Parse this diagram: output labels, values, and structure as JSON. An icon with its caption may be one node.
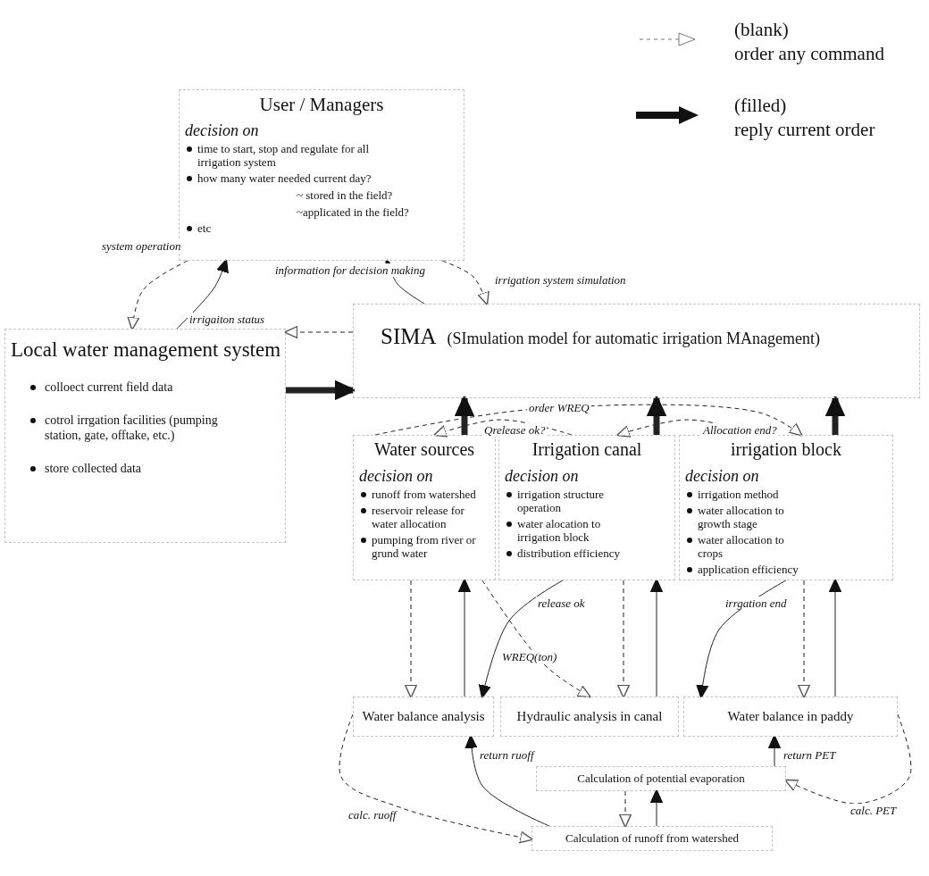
{
  "diagram": {
    "nodes": [
      {
        "text": [
          "User / Managers",
          "decision on",
          "time to start, stop and regulate for all irrigation system",
          "how many water needed current day?",
          "~ stored in the field?",
          "~applicated in the field?",
          "etc"
        ]
      },
      {
        "text": [
          "Local water management system",
          "colloect current field data",
          "cotrol irrgation facilities (pumping station, gate, offtake, etc.)",
          "store collected data"
        ]
      },
      {
        "text": [
          "SIMA",
          "(SImulation model for automatic irrigation MAnagement)"
        ]
      },
      {
        "text": [
          "Water sources",
          "decision on",
          "runoff from watershed",
          "reservoir release for water allocation",
          "pumping from river or grund water"
        ]
      },
      {
        "text": [
          "Irrigation canal",
          "decision on",
          "irrigation structure operation",
          "water alocation to irrigation block",
          "distribution efficiency"
        ]
      },
      {
        "text": [
          "irrigation block",
          "decision on",
          "irrigation method",
          "water allocation to growth stage",
          "water allocation to crops",
          "application efficiency"
        ]
      },
      {
        "text": [
          "Water balance analysis"
        ]
      },
      {
        "text": [
          "Hydraulic analysis in canal"
        ]
      },
      {
        "text": [
          "Water balance in paddy"
        ]
      },
      {
        "text": [
          "Calculation of potential evaporation"
        ]
      },
      {
        "text": [
          "Calculation of runoff from watershed"
        ]
      }
    ],
    "edges": [
      {
        "from": 0,
        "to": 1,
        "arrow": "to",
        "label": "system operation",
        "style": "dashed"
      },
      {
        "from": 1,
        "to": 0,
        "arrow": "to",
        "label": "irrigaiton status"
      },
      {
        "from": 2,
        "to": 0,
        "arrow": "to",
        "label": "information for decision making"
      },
      {
        "from": 0,
        "to": 2,
        "arrow": "to",
        "label": "irrigation system simulation",
        "style": "dashed"
      },
      {
        "from": 2,
        "to": 1,
        "arrow": "to",
        "style": "dashed"
      },
      {
        "from": 1,
        "to": 2,
        "arrow": "to",
        "style": "thick"
      },
      {
        "from": 3,
        "to": 2,
        "arrow": "to",
        "style": "thick"
      },
      {
        "from": 4,
        "to": 2,
        "arrow": "to",
        "style": "thick"
      },
      {
        "from": 5,
        "to": 2,
        "arrow": "to",
        "style": "thick"
      },
      {
        "from": 4,
        "to": 3,
        "arrow": "to",
        "label": "Qrelease ok?",
        "style": "dashed"
      },
      {
        "from": 5,
        "to": 4,
        "arrow": "to",
        "label": "Allocation end?",
        "style": "dashed"
      },
      {
        "from": 3,
        "to": 5,
        "arrow": "to",
        "label": "order WREQ",
        "style": "dashed"
      },
      {
        "from": 6,
        "to": 3,
        "arrow": "to"
      },
      {
        "from": 3,
        "to": 6,
        "arrow": "to",
        "style": "dashed"
      },
      {
        "from": 7,
        "to": 4,
        "arrow": "to"
      },
      {
        "from": 4,
        "to": 7,
        "arrow": "to",
        "style": "dashed"
      },
      {
        "from": 8,
        "to": 5,
        "arrow": "to"
      },
      {
        "from": 5,
        "to": 8,
        "arrow": "to",
        "style": "dashed"
      },
      {
        "from": 4,
        "to": 6,
        "arrow": "to",
        "label": "release ok"
      },
      {
        "from": 5,
        "to": 7,
        "arrow": "to",
        "label": "irrgation end"
      },
      {
        "from": 3,
        "to": 7,
        "arrow": "to",
        "label": "WREQ(ton)",
        "style": "dashed"
      },
      {
        "from": 6,
        "to": 10,
        "arrow": "to",
        "label": "calc. ruoff",
        "style": "dashed"
      },
      {
        "from": 10,
        "to": 6,
        "arrow": "to",
        "label": "return ruoff"
      },
      {
        "from": 8,
        "to": 9,
        "arrow": "to",
        "label": "calc. PET",
        "style": "dashed"
      },
      {
        "from": 9,
        "to": 8,
        "arrow": "to",
        "label": "return PET"
      },
      {
        "from": 9,
        "to": 10,
        "arrow": "to",
        "style": "dashed"
      },
      {
        "from": 10,
        "to": 9,
        "arrow": "to"
      }
    ],
    "legend": [
      {
        "text": "(blank) order any command"
      },
      {
        "text": "(filled) reply current order"
      }
    ]
  }
}
